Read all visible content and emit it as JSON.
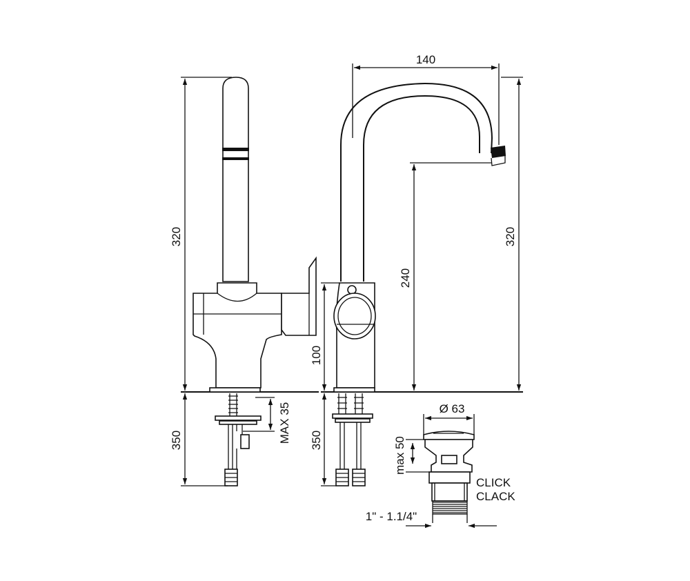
{
  "dimensions": {
    "side_height": "320",
    "side_below": "350",
    "side_max": "MAX 35",
    "front_below": "350",
    "front_base": "100",
    "spout_reach": "140",
    "spout_height": "240",
    "front_height": "320",
    "waste_diameter": "Ø 63",
    "waste_max": "max 50",
    "waste_thread": "1\" - 1.1/4\""
  },
  "waste": {
    "label_line1": "CLICK",
    "label_line2": "CLACK"
  }
}
